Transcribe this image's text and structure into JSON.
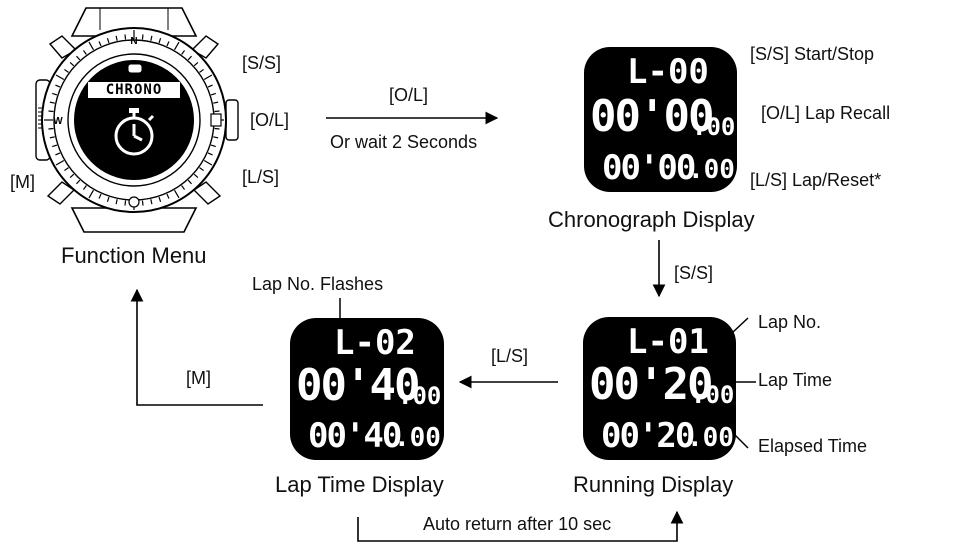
{
  "watch": {
    "buttons": {
      "ss": "[S/S]",
      "ol": "[O/L]",
      "ls": "[L/S]",
      "m": "[M]"
    },
    "screen_text": "CHRONO",
    "caption": "Function Menu"
  },
  "transition": {
    "button": "[O/L]",
    "note": "Or wait 2 Seconds"
  },
  "chrono_display": {
    "lap": "L-00",
    "main": "00'00",
    "main_frac": ".00",
    "sub": "00'00",
    "sub_frac": ".00",
    "caption": "Chronograph Display",
    "legend_ss": "[S/S] Start/Stop",
    "legend_ol": "[O/L] Lap Recall",
    "legend_ls": "[L/S] Lap/Reset*"
  },
  "arrow_ss": "[S/S]",
  "running_display": {
    "lap": "L-01",
    "main": "00'20",
    "main_frac": ".00",
    "sub": "00'20",
    "sub_frac": ".00",
    "caption": "Running Display",
    "label_lap": "Lap No.",
    "label_time": "Lap Time",
    "label_elapsed": "Elapsed Time"
  },
  "arrow_ls": "[L/S]",
  "laptime_display": {
    "lap": "L-02",
    "main": "00'40",
    "main_frac": ".00",
    "sub": "00'40",
    "sub_frac": ".00",
    "caption": "Lap Time Display",
    "note": "Lap No. Flashes"
  },
  "arrow_m": "[M]",
  "auto_return": "Auto return after 10 sec"
}
